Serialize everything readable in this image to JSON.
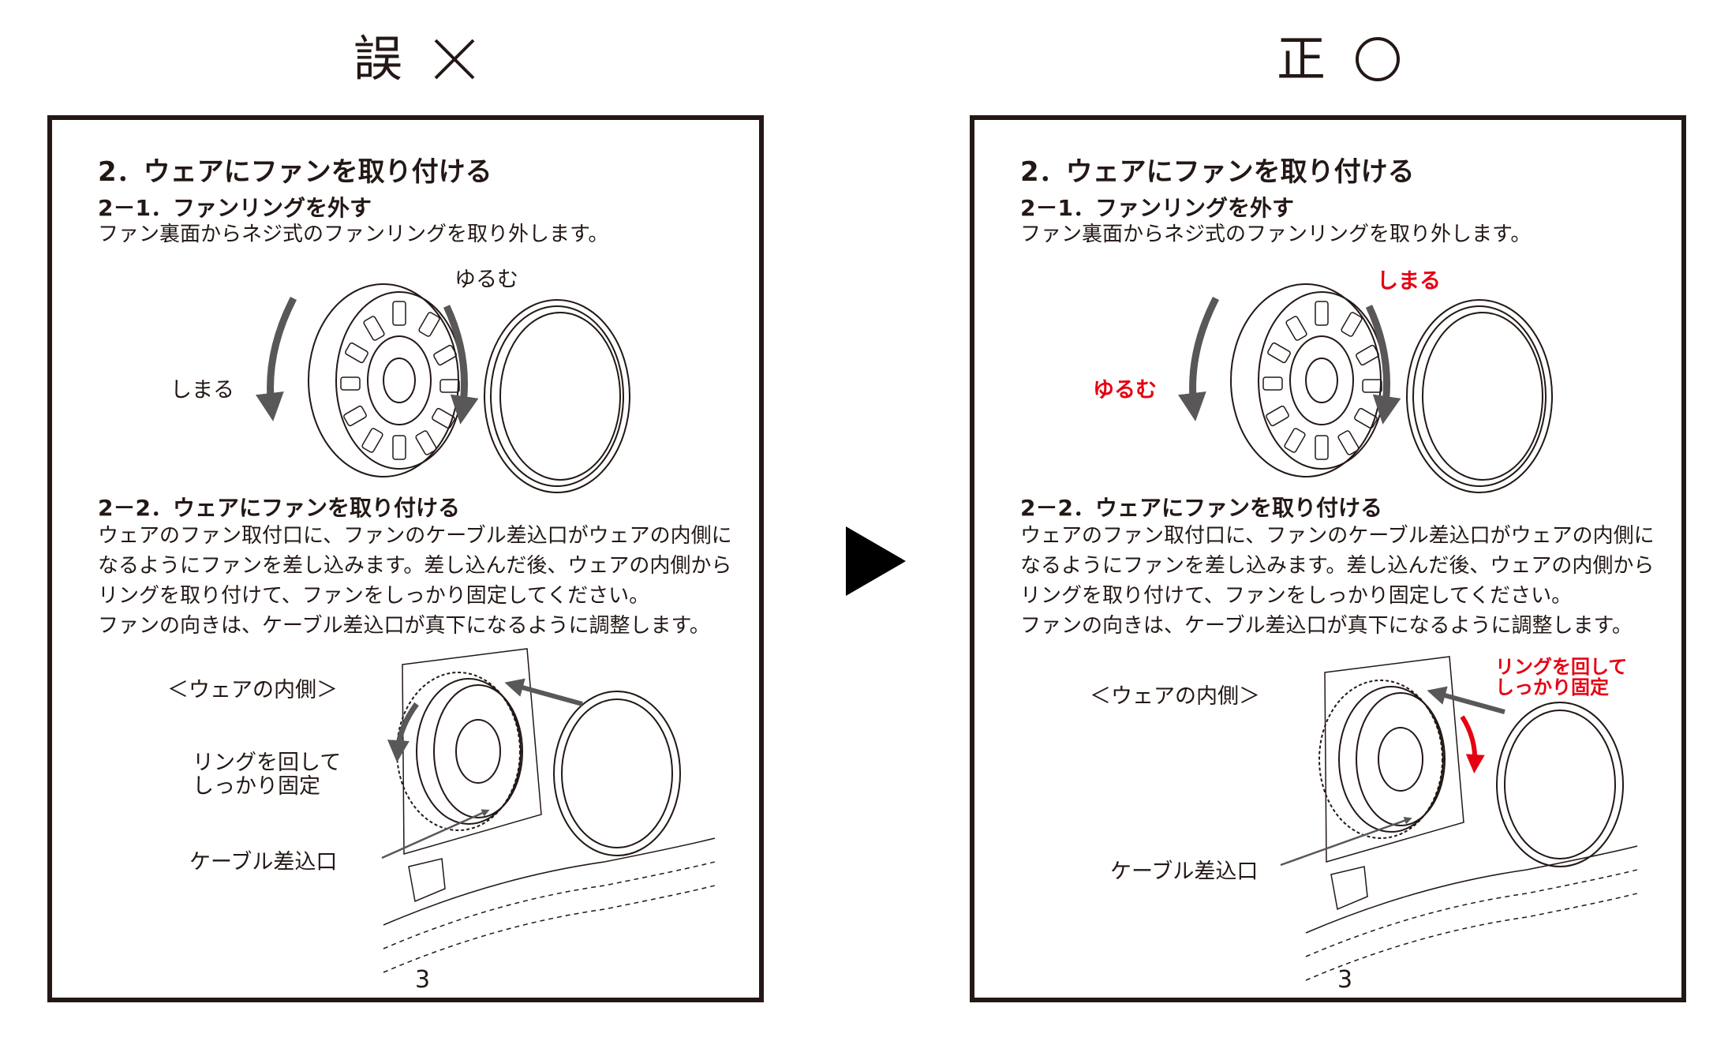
{
  "headings": {
    "wrong": "誤",
    "right": "正"
  },
  "page": {
    "title": "2．ウェアにファンを取り付ける",
    "section1_title": "2－1．ファンリングを外す",
    "section1_body": "ファン裏面からネジ式のファンリングを取り外します。",
    "section2_title": "2－2．ウェアにファンを取り付ける",
    "section2_body": [
      "ウェアのファン取付口に、ファンのケーブル差込口がウェアの内側に",
      "なるようにファンを差し込みます。差し込んだ後、ウェアの内側から",
      "リングを取り付けて、ファンをしっかり固定してください。",
      "ファンの向きは、ケーブル差込口が真下になるように調整します。"
    ],
    "inside_label": "＜ウェアの内側＞",
    "cable_label": "ケーブル差込口",
    "page_number": "3"
  },
  "wrong_labels": {
    "loosen": "ゆるむ",
    "tighten": "しまる",
    "ring_fix": [
      "リングを回して",
      "しっかり固定"
    ]
  },
  "right_labels": {
    "tighten": "しまる",
    "loosen": "ゆるむ",
    "ring_fix": [
      "リングを回して",
      "しっかり固定"
    ]
  },
  "colors": {
    "ink": "#231815",
    "accent_red": "#e60012",
    "arrow_gray": "#595757"
  },
  "icons": {
    "wrong_mark": "cross-icon",
    "right_mark": "circle-icon",
    "transition": "play-arrow-icon"
  }
}
